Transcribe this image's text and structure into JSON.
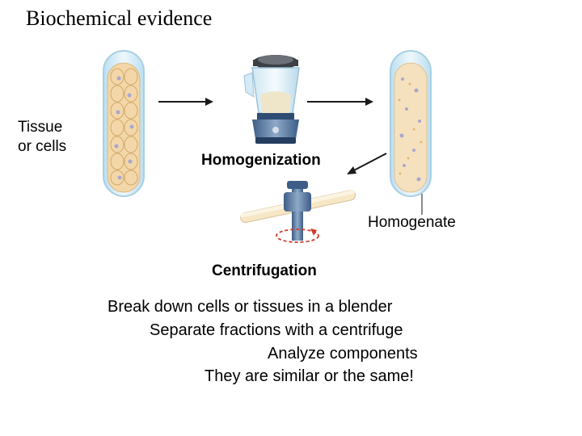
{
  "title": "Biochemical evidence",
  "labels": {
    "tissue_line1": "Tissue",
    "tissue_line2": "or cells",
    "homogenization": "Homogenization",
    "homogenate": "Homogenate",
    "centrifugation": "Centrifugation"
  },
  "notes": [
    "Break down cells or tissues in a blender",
    "Separate fractions with a centrifuge",
    "Analyze components",
    "They are similar or the same!"
  ],
  "colors": {
    "tube_glass": "#d8ecf6",
    "tube_outline": "#a9cfe3",
    "cells_fill": "#f3d7a8",
    "cell_nucleus": "#a9a6cf",
    "blender_base": "#4a6c95",
    "arrow": "#1a1a1a",
    "spin_arrow": "#d23a2a"
  }
}
